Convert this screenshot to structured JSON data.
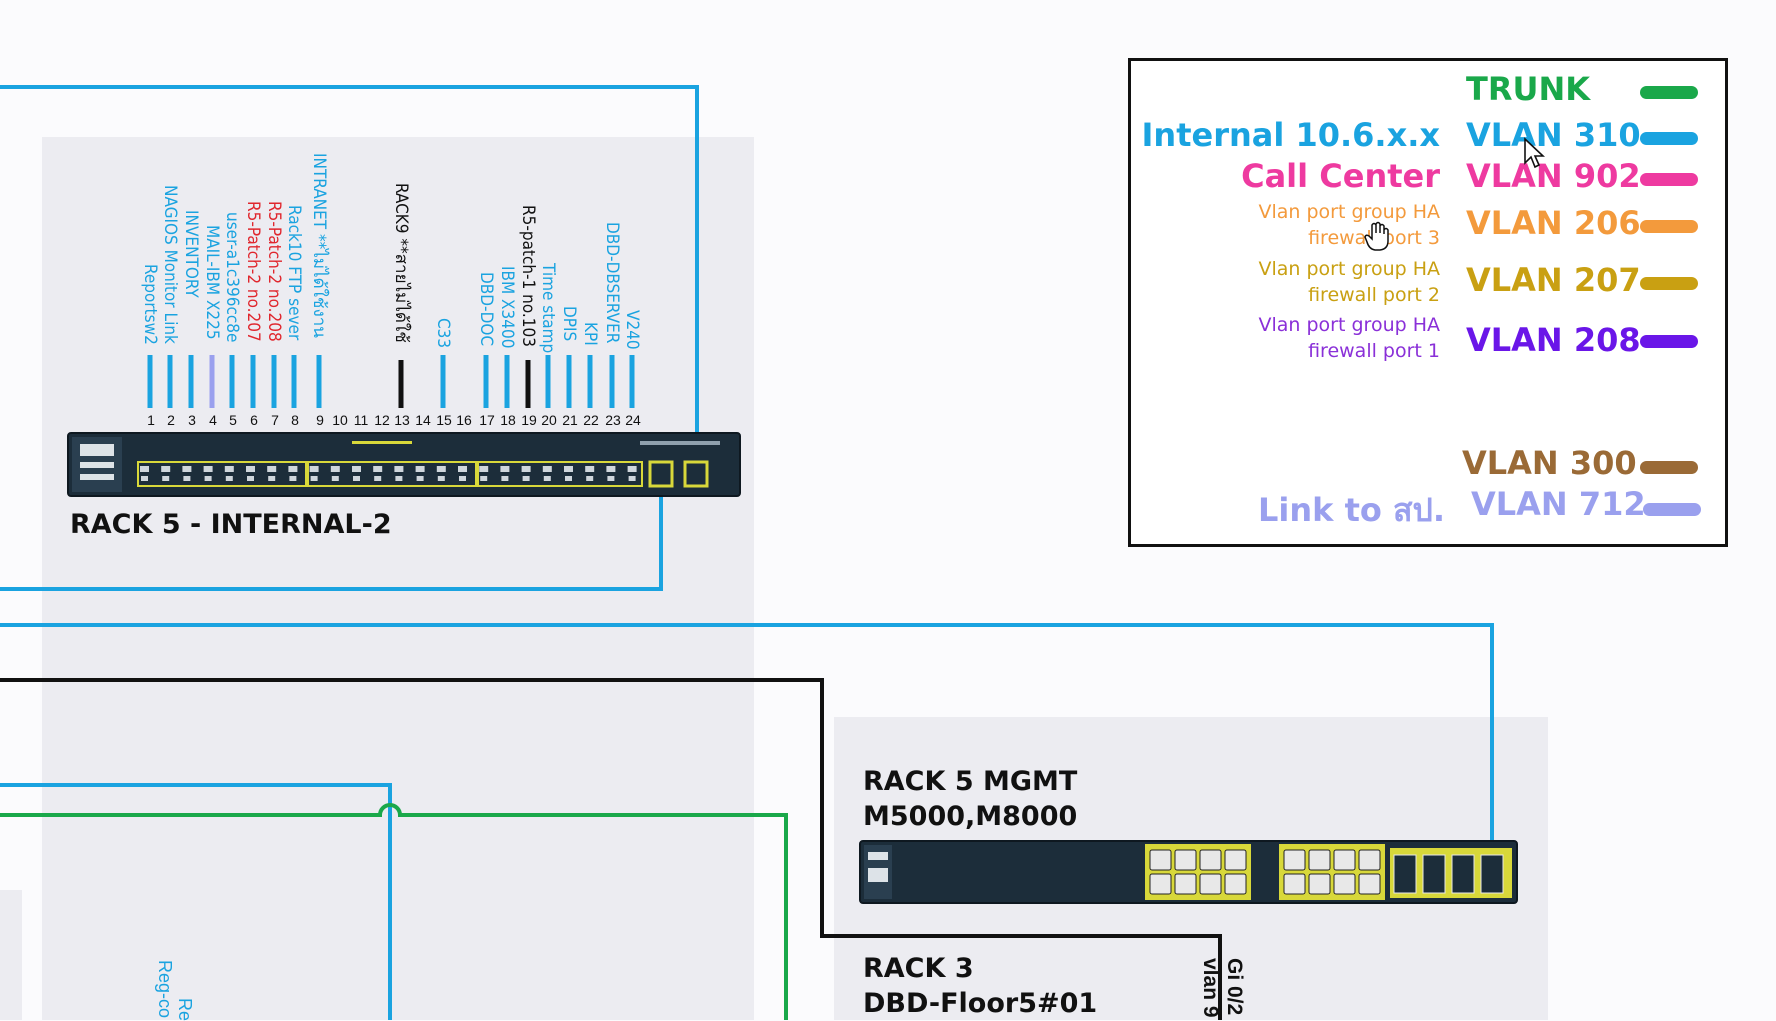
{
  "racks": {
    "internal2": {
      "title": "RACK 5 - INTERNAL-2"
    },
    "mgmt": {
      "title_line1": "RACK 5 MGMT",
      "title_line2": "M5000,M8000"
    },
    "rack3": {
      "title_line1": "RACK 3",
      "title_line2": "DBD-Floor5#01"
    }
  },
  "port_numbers": [
    "1",
    "2",
    "3",
    "4",
    "5",
    "6",
    "7",
    "8",
    "9",
    "10",
    "11",
    "12",
    "13",
    "14",
    "15",
    "16",
    "17",
    "18",
    "19",
    "20",
    "21",
    "22",
    "23",
    "24"
  ],
  "port_labels": {
    "p1": "Reportsw2",
    "p2": "NAGIOS Monitor Link",
    "p3": "INVENTORY",
    "p4": "MAIL-IBM X225",
    "p5": "user-a1c396cc8e",
    "p6": "R5-Patch-2 no.207",
    "p7": "R5-Patch-2 no.208",
    "p8": "Rack10 FTP sever",
    "p9": "INTRANET **ไม่ได้ใช้งาน",
    "p13": "RACK9 **สายไม่ได้ใช้",
    "p15": "C33",
    "p17": "DBD-DOC",
    "p18": "IBM X3400",
    "p19": "R5-patch-1 no.103",
    "p20": "Time stamp",
    "p21": "DPIS",
    "p22": "KPI",
    "p23": "DBD-DBSERVER",
    "p24": "V240"
  },
  "side_labels": {
    "gi": "Gi 0/2",
    "vlan": "vlan 9",
    "reg1": "Reg-co",
    "reg2": "Re"
  },
  "legend": {
    "trunk": "TRUNK",
    "internal_label": "Internal 10.6.x.x",
    "vlan310": "VLAN 310",
    "callcenter_label": "Call Center",
    "vlan902": "VLAN 902",
    "ha3_line1": "Vlan port group HA",
    "ha3_line2": "firewall port 3",
    "vlan206": "VLAN 206",
    "ha2_line1": "Vlan port group HA",
    "ha2_line2": "firewall port 2",
    "vlan207": "VLAN 207",
    "ha1_line1": "Vlan port group HA",
    "ha1_line2": "firewall port 1",
    "vlan208": "VLAN 208",
    "vlan300": "VLAN 300",
    "link_label": "Link to สป.",
    "vlan712": "VLAN 712"
  },
  "colors": {
    "trunk": "#1aa84a",
    "vlan310": "#1aa3e0",
    "vlan902": "#ee3aa0",
    "vlan206": "#f39a3c",
    "vlan207": "#c9a012",
    "vlan208": "#6a16e8",
    "vlan300": "#9a6a36",
    "vlan712": "#9aa0ee",
    "black_link": "#111111"
  }
}
